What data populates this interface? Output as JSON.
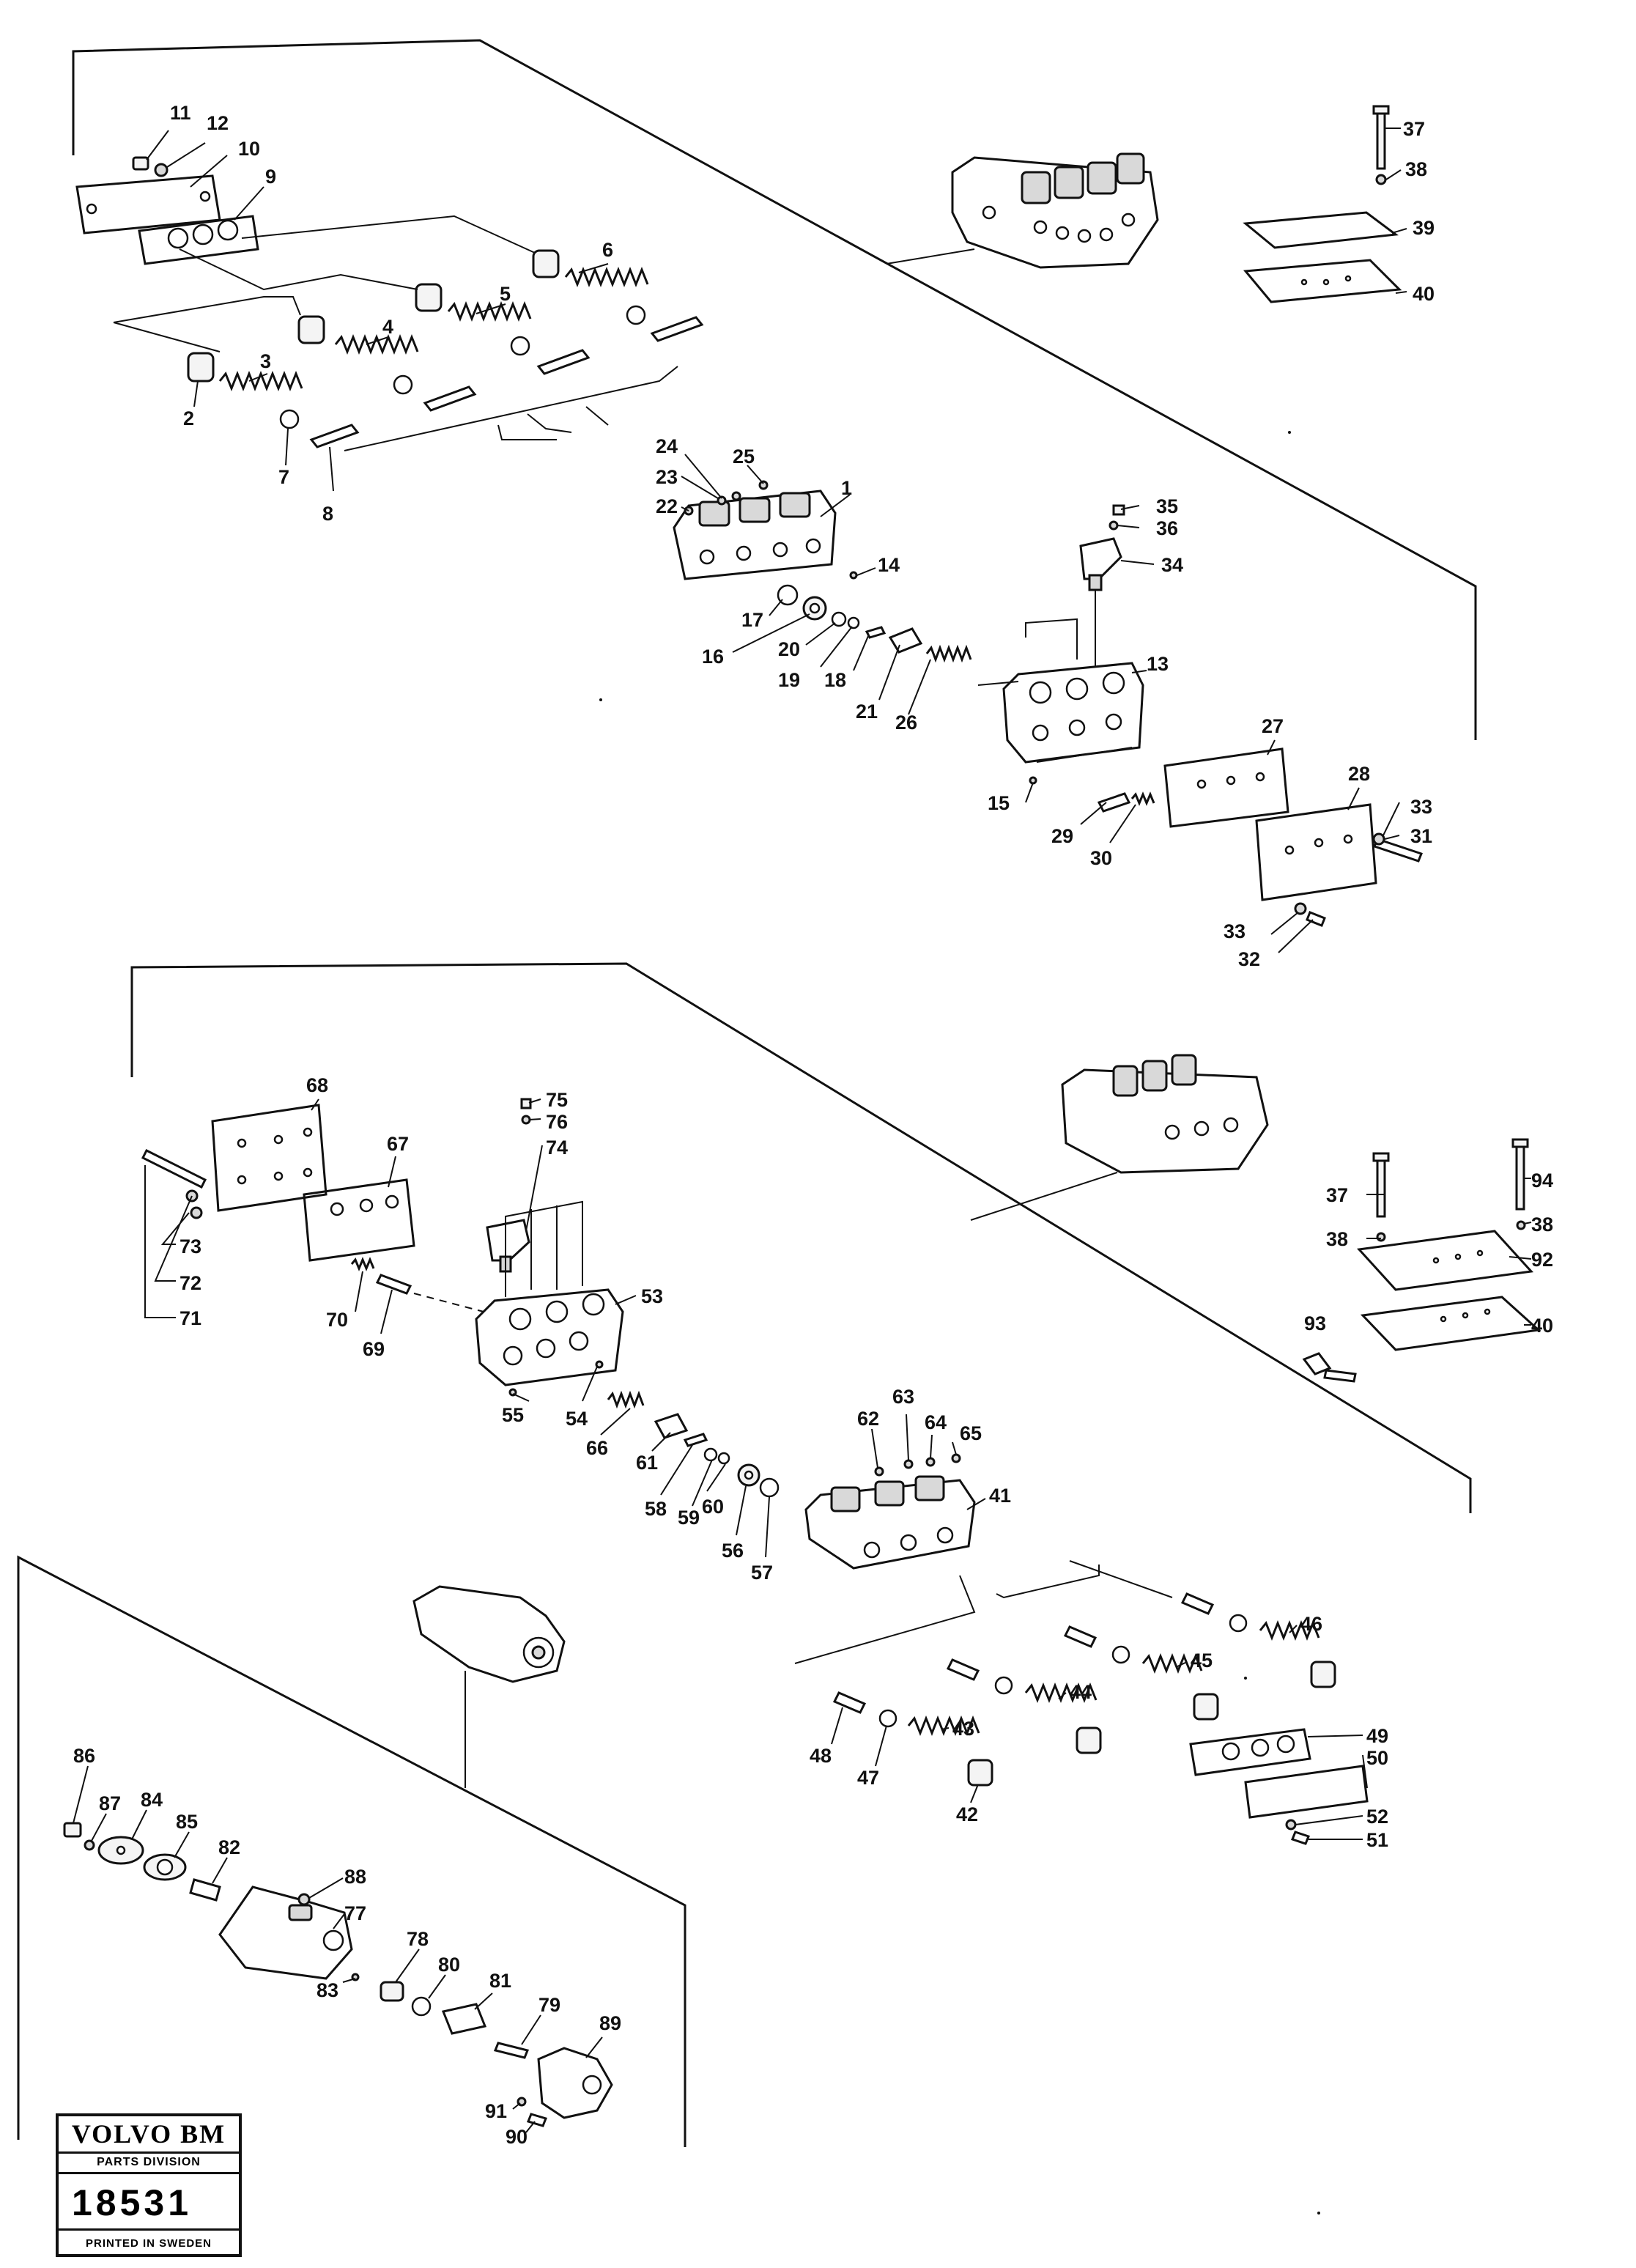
{
  "logo": {
    "brand": "VOLVO BM",
    "division": "PARTS DIVISION",
    "number": "18531",
    "printed": "PRINTED IN SWEDEN"
  },
  "callouts": {
    "top": [
      "11",
      "12",
      "10",
      "9",
      "6",
      "5",
      "4",
      "3",
      "2",
      "7",
      "8",
      "24",
      "25",
      "23",
      "22",
      "1",
      "14",
      "17",
      "16",
      "20",
      "19",
      "18",
      "21",
      "26",
      "13",
      "35",
      "36",
      "34",
      "37",
      "38",
      "39",
      "40",
      "15",
      "29",
      "30",
      "27",
      "28",
      "33",
      "31",
      "33",
      "32"
    ],
    "middle": [
      "68",
      "67",
      "75",
      "76",
      "74",
      "73",
      "72",
      "71",
      "70",
      "69",
      "53",
      "55",
      "54",
      "66",
      "61",
      "58",
      "59",
      "60",
      "56",
      "57",
      "62",
      "63",
      "64",
      "65",
      "41",
      "37",
      "94",
      "38",
      "38",
      "92",
      "93",
      "40",
      "46",
      "45",
      "44",
      "43",
      "48",
      "47",
      "42",
      "49",
      "50",
      "52",
      "51"
    ],
    "bottom": [
      "86",
      "87",
      "84",
      "85",
      "82",
      "88",
      "77",
      "83",
      "78",
      "80",
      "81",
      "79",
      "89",
      "91",
      "90"
    ]
  }
}
